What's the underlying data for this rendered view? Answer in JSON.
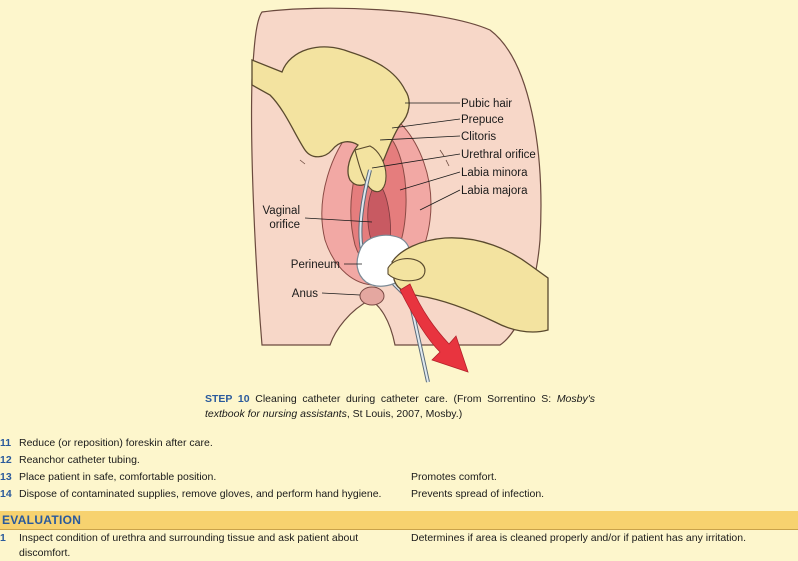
{
  "figure": {
    "labels": {
      "pubic_hair": "Pubic hair",
      "prepuce": "Prepuce",
      "clitoris": "Clitoris",
      "urethral_orifice": "Urethral orifice",
      "labia_minora": "Labia minora",
      "labia_majora": "Labia majora",
      "vaginal_line1": "Vaginal",
      "vaginal_line2": "orifice",
      "perineum": "Perineum",
      "anus": "Anus"
    }
  },
  "caption": {
    "step": "STEP 10",
    "text": "Cleaning catheter during catheter care. (From Sorrentino S:",
    "source_title": "Mosby's textbook for nursing assistants",
    "source_rest": ", St Louis, 2007, Mosby.)"
  },
  "steps": [
    {
      "num": "11",
      "text": "Reduce (or reposition) foreskin after care.",
      "rationale": ""
    },
    {
      "num": "12",
      "text": "Reanchor catheter tubing.",
      "rationale": ""
    },
    {
      "num": "13",
      "text": "Place patient in safe, comfortable position.",
      "rationale": "Promotes comfort."
    },
    {
      "num": "14",
      "text": "Dispose of contaminated supplies, remove gloves, and perform hand hygiene.",
      "rationale": "Prevents spread of infection."
    }
  ],
  "evaluation": {
    "title": "EVALUATION",
    "items": [
      {
        "num": "1",
        "text": "Inspect condition of urethra and surrounding tissue and ask patient about discomfort.",
        "rationale": "Determines if area is cleaned properly and/or if patient has any irritation."
      }
    ]
  },
  "colors": {
    "page_background": "#fdf6cc",
    "skin": "#f7d7c8",
    "glove": "#f3e3a0",
    "arrow": "#e8343f",
    "accent_blue": "#2a5a9c",
    "header_band": "#f7d26f"
  }
}
